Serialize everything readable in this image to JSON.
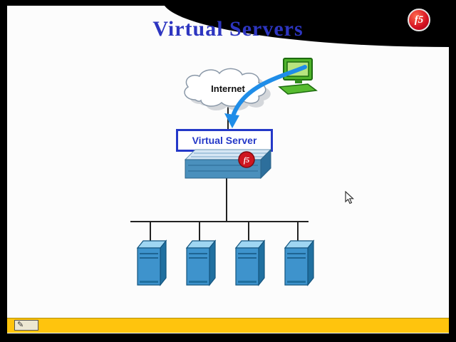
{
  "slide": {
    "title": "Virtual Servers"
  },
  "diagram": {
    "internet_label": "Internet",
    "virtual_server_label": "Virtual Server",
    "appliance_logo_text": "f5",
    "server_count": 4
  },
  "branding": {
    "f5_logo_text": "f5"
  },
  "icons": {
    "pen_glyph": "✎"
  },
  "colors": {
    "title_blue": "#2d35c0",
    "f5_red": "#cf1620",
    "arrow_blue": "#1f8de8",
    "box_border_blue": "#2438c8",
    "server_front_blue": "#3e93cc",
    "taskbar_yellow": "#ffc40d"
  }
}
